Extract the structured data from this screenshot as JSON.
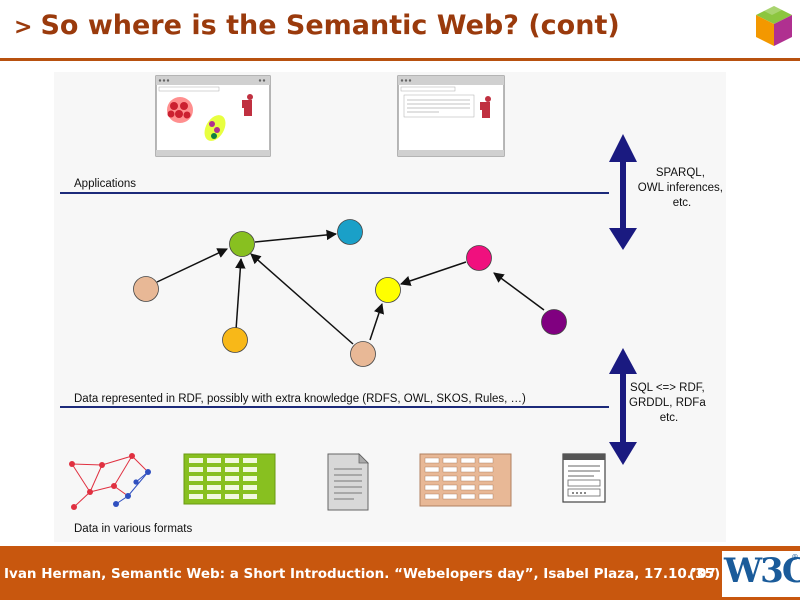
{
  "slide": {
    "title": "So where is the Semantic Web? (cont)",
    "title_marker": ">"
  },
  "diagram": {
    "apps_label": "Applications",
    "rdf_label": "Data represented in RDF, possibly with extra knowledge (RDFS, OWL, SKOS, Rules, …)",
    "formats_label": "Data in various formats",
    "top_arrow_text": [
      "SPARQL,",
      "OWL inferences,",
      "etc."
    ],
    "bottom_arrow_text": [
      "SQL <=> RDF,",
      "GRDDL, RDFa",
      "etc."
    ],
    "node_colors": {
      "peach": "#e8b896",
      "green": "#88c020",
      "blue": "#1aa0c8",
      "orange": "#f8b818",
      "yellow": "#ffff00",
      "pink": "#f0107e",
      "purple": "#800080"
    },
    "line_color": "#1c2a7a",
    "arrow_color": "#1a1a80"
  },
  "footer": {
    "text": "Ivan Herman, Semantic Web: a Short Introduction. “Webelopers day”, Isabel Plaza, 17.10.’07",
    "page": "(35)",
    "w3c": "W3C",
    "registered": "®"
  },
  "colors": {
    "title": "#9a3a0c",
    "accent": "#c8570e"
  }
}
